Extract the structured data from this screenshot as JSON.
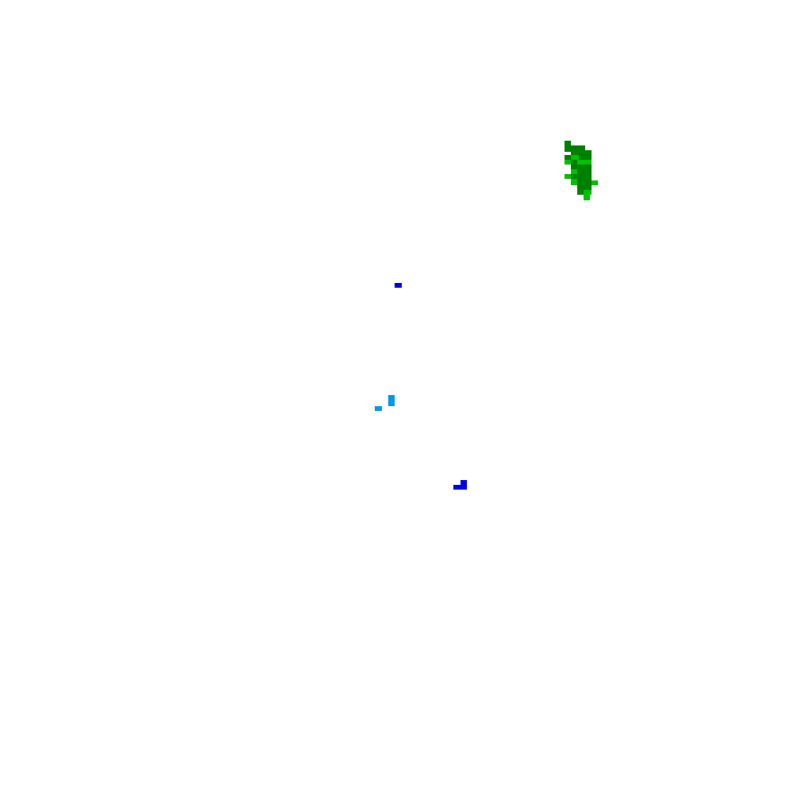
{
  "background": "#ffffff",
  "palette": {
    "dark_green": "#008000",
    "bright_green": "#00c000",
    "blue": "#0000e6",
    "light_blue": "#0099ee"
  },
  "features": [
    {
      "name": "vegetation-cluster",
      "colors": [
        "dark_green",
        "bright_green"
      ]
    },
    {
      "name": "water-marker-north",
      "colors": [
        "blue"
      ]
    },
    {
      "name": "water-marker-center",
      "colors": [
        "light_blue"
      ]
    },
    {
      "name": "water-marker-south",
      "colors": [
        "blue"
      ]
    }
  ]
}
